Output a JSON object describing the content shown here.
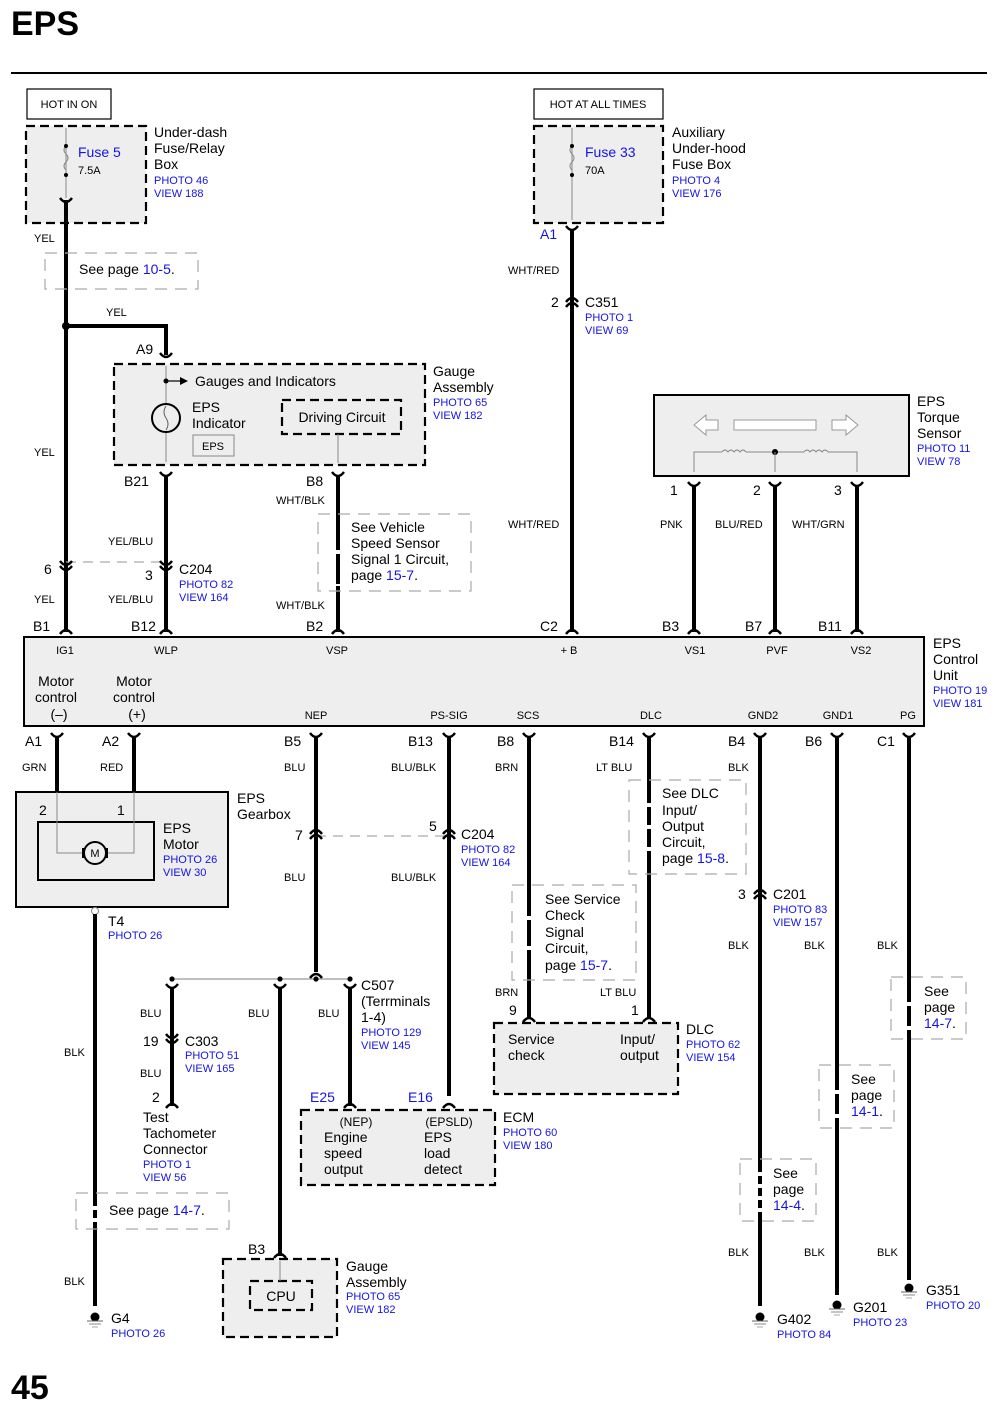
{
  "page": {
    "title": "EPS",
    "number": "45"
  },
  "power": {
    "hot_in_on": "HOT IN ON",
    "hot_all_times": "HOT AT ALL TIMES"
  },
  "fuse5": {
    "name": "Fuse 5",
    "rating": "7.5A",
    "box": [
      "Under-dash",
      "Fuse/Relay",
      "Box"
    ],
    "photo": "PHOTO 46",
    "view": "VIEW 188"
  },
  "fuse33": {
    "name": "Fuse 33",
    "rating": "70A",
    "box": [
      "Auxiliary",
      "Under-hood",
      "Fuse Box"
    ],
    "photo": "PHOTO 4",
    "view": "VIEW 176",
    "pin": "A1"
  },
  "notes": {
    "see_10_5": {
      "text": "See page ",
      "link": "10-5",
      "end": "."
    },
    "vss": {
      "lines": [
        "See Vehicle",
        "Speed Sensor",
        "Signal 1 Circuit,"
      ],
      "prefix": "page ",
      "link": "15-7",
      "end": "."
    },
    "dlc": {
      "lines": [
        "See DLC",
        "Input/",
        "Output",
        "Circuit,"
      ],
      "prefix": "page ",
      "link": "15-8",
      "end": "."
    },
    "scs": {
      "lines": [
        "See Service",
        "Check",
        "Signal",
        "Circuit,"
      ],
      "prefix": "page ",
      "link": "15-7",
      "end": "."
    },
    "p14_7a": {
      "lines": [
        "See",
        "page"
      ],
      "link": "14-7",
      "end": "."
    },
    "p14_1": {
      "lines": [
        "See",
        "page"
      ],
      "link": "14-1",
      "end": "."
    },
    "p14_4": {
      "lines": [
        "See",
        "page"
      ],
      "link": "14-4",
      "end": "."
    },
    "p14_7b": {
      "text": "See page ",
      "link": "14-7",
      "end": "."
    }
  },
  "gauge_assembly": {
    "label": [
      "Gauge",
      "Assembly"
    ],
    "photo": "PHOTO 65",
    "view": "VIEW 182",
    "gauges": "Gauges and Indicators",
    "indicator": [
      "EPS",
      "Indicator"
    ],
    "indicator_badge": "EPS",
    "driving_circuit": "Driving Circuit",
    "pins": {
      "a9": "A9",
      "b21": "B21",
      "b8": "B8"
    }
  },
  "c351": {
    "name": "C351",
    "pin": "2",
    "photo": "PHOTO 1",
    "view": "VIEW 69"
  },
  "c204_top": {
    "name": "C204",
    "pin_left": "6",
    "pin_right": "3",
    "photo": "PHOTO 82",
    "view": "VIEW 164"
  },
  "torque_sensor": {
    "label": [
      "EPS",
      "Torque",
      "Sensor"
    ],
    "photo": "PHOTO 11",
    "view": "VIEW 78",
    "pins": [
      "1",
      "2",
      "3"
    ]
  },
  "wires": {
    "yel": "YEL",
    "yel_blu": "YEL/BLU",
    "wht_blk": "WHT/BLK",
    "wht_red": "WHT/RED",
    "pnk": "PNK",
    "blu_red": "BLU/RED",
    "wht_grn": "WHT/GRN",
    "grn": "GRN",
    "red": "RED",
    "blu": "BLU",
    "blu_blk": "BLU/BLK",
    "brn": "BRN",
    "lt_blu": "LT BLU",
    "blk": "BLK"
  },
  "ecu": {
    "label": [
      "EPS",
      "Control",
      "Unit"
    ],
    "photo": "PHOTO 19",
    "view": "VIEW 181",
    "top_pins": [
      {
        "pin": "B1",
        "signal": "IG1"
      },
      {
        "pin": "B12",
        "signal": "WLP"
      },
      {
        "pin": "B2",
        "signal": "VSP"
      },
      {
        "pin": "C2",
        "signal": "+ B"
      },
      {
        "pin": "B3",
        "signal": "VS1"
      },
      {
        "pin": "B7",
        "signal": "PVF"
      },
      {
        "pin": "B11",
        "signal": "VS2"
      }
    ],
    "motor_minus": [
      "Motor",
      "control",
      "(–)"
    ],
    "motor_plus": [
      "Motor",
      "control",
      "(+)"
    ],
    "bottom_pins": [
      {
        "pin": "A1",
        "signal": ""
      },
      {
        "pin": "A2",
        "signal": ""
      },
      {
        "pin": "B5",
        "signal": "NEP"
      },
      {
        "pin": "B13",
        "signal": "PS-SIG"
      },
      {
        "pin": "B8",
        "signal": "SCS"
      },
      {
        "pin": "B14",
        "signal": "DLC"
      },
      {
        "pin": "B4",
        "signal": "GND2"
      },
      {
        "pin": "B6",
        "signal": "GND1"
      },
      {
        "pin": "C1",
        "signal": "PG"
      }
    ]
  },
  "gearbox": {
    "label": [
      "EPS",
      "Gearbox"
    ],
    "motor": [
      "EPS",
      "Motor"
    ],
    "photo": "PHOTO 26",
    "view": "VIEW 30",
    "pin2": "2",
    "pin1": "1",
    "motor_symbol": "M",
    "t4": "T4",
    "t4_photo": "PHOTO 26"
  },
  "c204_mid": {
    "name": "C204",
    "pin_left": "7",
    "pin_right": "5",
    "photo": "PHOTO 82",
    "view": "VIEW 164"
  },
  "c507": {
    "name": "C507",
    "desc": [
      "(Terrminals",
      "1-4)"
    ],
    "photo": "PHOTO 129",
    "view": "VIEW 145"
  },
  "c303": {
    "name": "C303",
    "pin": "19",
    "photo": "PHOTO 51",
    "view": "VIEW 165"
  },
  "tach": {
    "pin": "2",
    "label": [
      "Test",
      "Tachometer",
      "Connector"
    ],
    "photo": "PHOTO 1",
    "view": "VIEW 56"
  },
  "ecm": {
    "label": "ECM",
    "photo": "PHOTO 60",
    "view": "VIEW 180",
    "pin_e25": "E25",
    "pin_e16": "E16",
    "nep": "(NEP)",
    "nep_desc": [
      "Engine",
      "speed",
      "output"
    ],
    "epsld": "(EPSLD)",
    "epsld_desc": [
      "EPS",
      "load",
      "detect"
    ]
  },
  "dlc": {
    "label": "DLC",
    "photo": "PHOTO 62",
    "view": "VIEW 154",
    "pin9": "9",
    "pin1": "1",
    "service": [
      "Service",
      "check"
    ],
    "io": [
      "Input/",
      "output"
    ]
  },
  "c201": {
    "name": "C201",
    "pin": "3",
    "photo": "PHOTO 83",
    "view": "VIEW 157"
  },
  "gauge_cpu": {
    "pin": "B3",
    "cpu": "CPU",
    "label": [
      "Gauge",
      "Assembly"
    ],
    "photo": "PHOTO 65",
    "view": "VIEW 182"
  },
  "grounds": [
    {
      "name": "G4",
      "photo": "PHOTO 26"
    },
    {
      "name": "G402",
      "photo": "PHOTO 84"
    },
    {
      "name": "G201",
      "photo": "PHOTO 23"
    },
    {
      "name": "G351",
      "photo": "PHOTO 20"
    }
  ]
}
